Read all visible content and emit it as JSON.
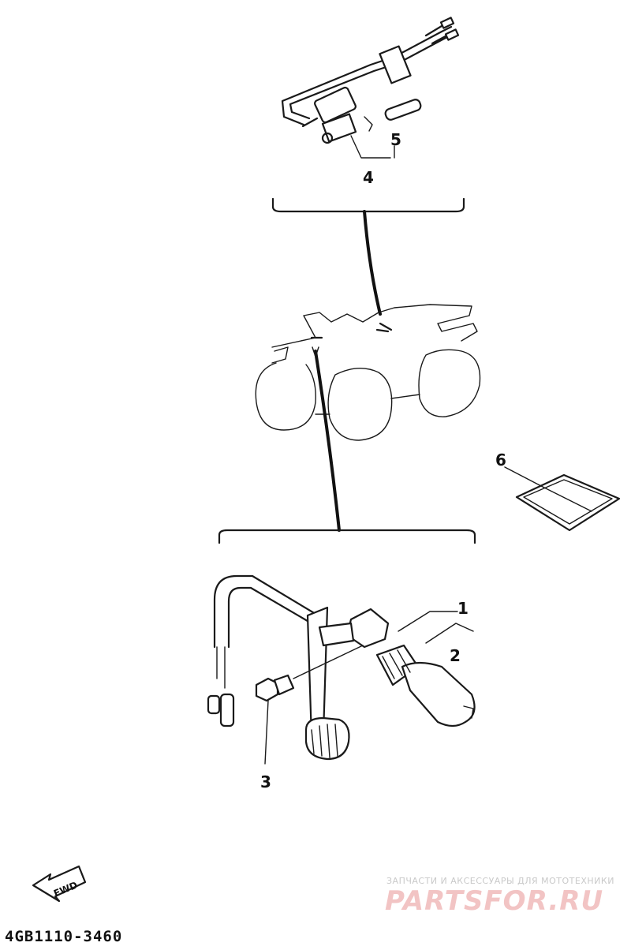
{
  "diagram": {
    "part_code": "4GB1110-3460",
    "fwd_label": "FWD",
    "callouts": [
      {
        "id": "1",
        "label": "1"
      },
      {
        "id": "2",
        "label": "2"
      },
      {
        "id": "3",
        "label": "3"
      },
      {
        "id": "4",
        "label": "4"
      },
      {
        "id": "5",
        "label": "5"
      },
      {
        "id": "6",
        "label": "6"
      }
    ]
  },
  "watermark": {
    "tagline": "ЗАПЧАСТИ И АКСЕССУАРЫ ДЛЯ МОТОТЕХНИКИ",
    "brand": "PARTSFOR.RU"
  }
}
